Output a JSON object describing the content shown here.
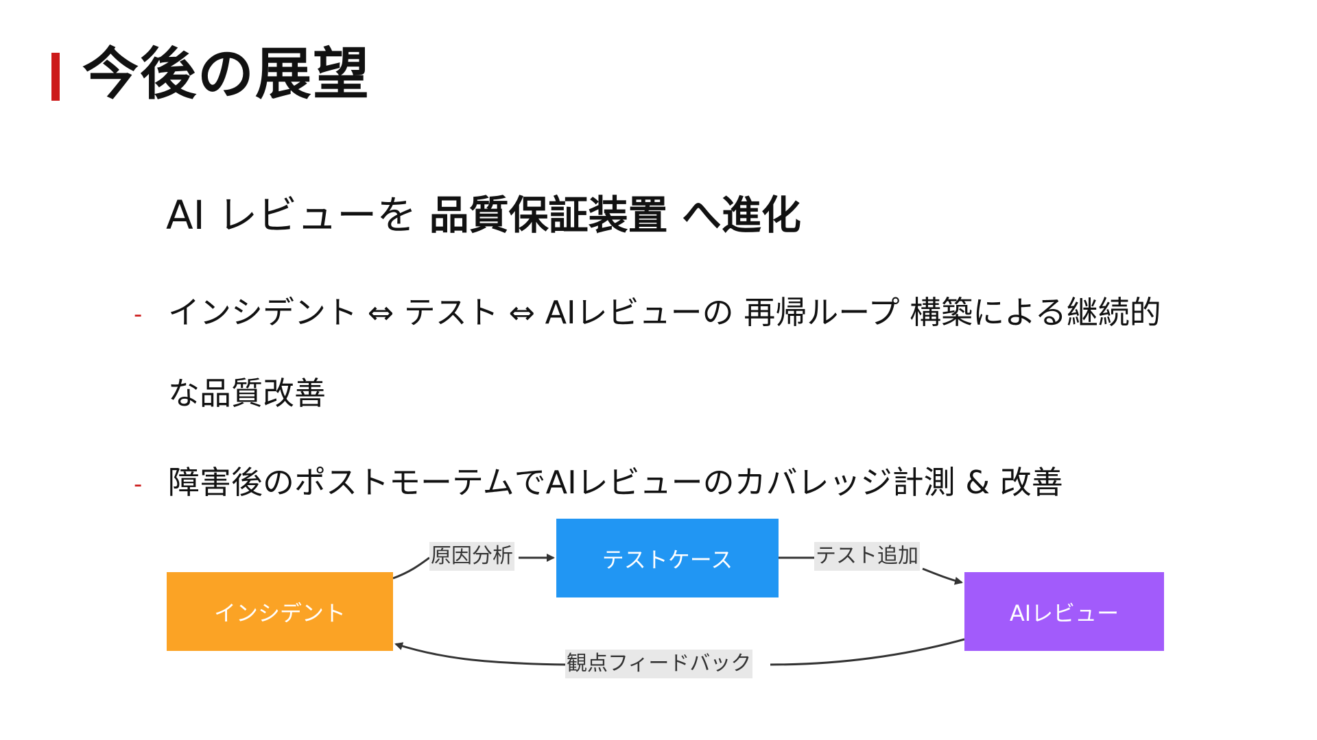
{
  "slide": {
    "title": "今後の展望",
    "heading_prefix": "AI レビューを ",
    "heading_strong": "品質保証装置 へ進化",
    "bullets": [
      {
        "dash": "-",
        "line1": "インシデント ⇔ テスト ⇔ AIレビューの 再帰ループ 構築による継続的",
        "line2": "な品質改善"
      },
      {
        "dash": "-",
        "line1": "障害後のポストモーテムでAIレビューのカバレッジ計測 & 改善"
      }
    ]
  },
  "diagram": {
    "nodes": {
      "incident": "インシデント",
      "test_case": "テストケース",
      "ai_review": "AIレビュー"
    },
    "edges": {
      "root_cause": "原因分析",
      "add_test": "テスト追加",
      "feedback": "観点フィードバック"
    },
    "colors": {
      "incident": "#fba325",
      "test_case": "#2196f3",
      "ai_review": "#a25bfb",
      "accent": "#cc1a1a",
      "edge_label_bg": "#e8e8e8",
      "arrow": "#333333"
    }
  }
}
